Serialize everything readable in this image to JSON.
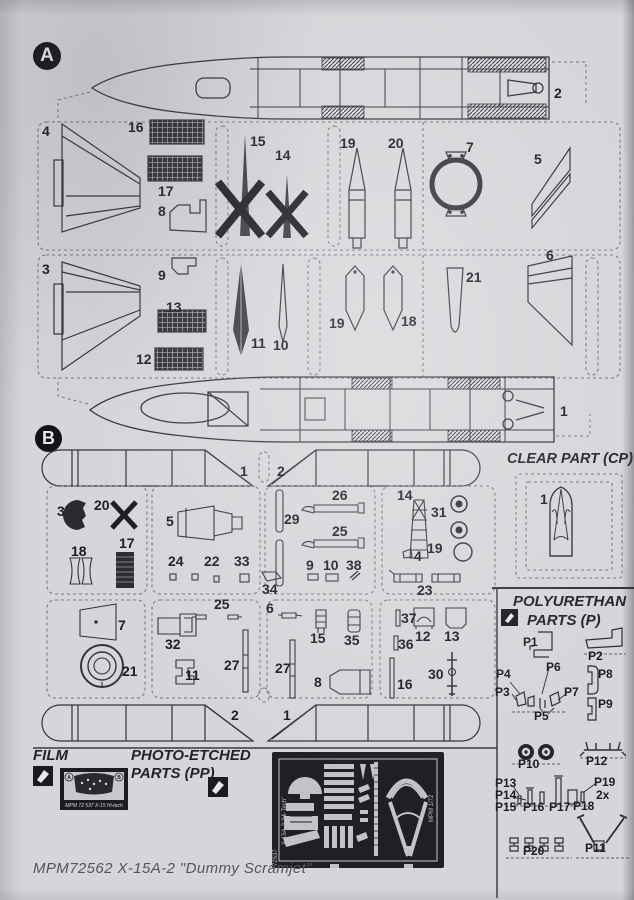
{
  "sheet": {
    "caption": "MPM72562  X-15A-2 \"Dummy Scramjet\""
  },
  "sprue_a": {
    "marker": "A",
    "part_labels": [
      "2",
      "4",
      "16",
      "17",
      "8",
      "15",
      "14",
      "19",
      "20",
      "7",
      "5",
      "3",
      "9",
      "13",
      "12",
      "11",
      "10",
      "19",
      "18",
      "21",
      "6",
      "1"
    ]
  },
  "sprue_b": {
    "marker": "B",
    "part_labels": [
      "1",
      "2",
      "3",
      "20",
      "18",
      "17",
      "5",
      "24",
      "22",
      "33",
      "29",
      "26",
      "25",
      "9",
      "10",
      "38",
      "34",
      "14",
      "31",
      "19",
      "4",
      "23",
      "7",
      "21",
      "32",
      "25",
      "27",
      "11",
      "6",
      "15",
      "35",
      "27",
      "8",
      "37",
      "36",
      "12",
      "13",
      "16",
      "30",
      "2",
      "1"
    ]
  },
  "clear_part": {
    "title": "CLEAR PART (CP)",
    "part_label": "1"
  },
  "polyurethane": {
    "title_line1": "POLYURETHAN",
    "title_line2": "PARTS (P)",
    "part_labels": [
      "P1",
      "P2",
      "P4",
      "P6",
      "P3",
      "P7",
      "P5",
      "P8",
      "P9",
      "P10",
      "P12",
      "P13",
      "P14",
      "P15",
      "P16",
      "P17",
      "P18",
      "P19",
      "2x",
      "P20",
      "P11"
    ]
  },
  "film": {
    "title": "FILM",
    "panel_a": "A",
    "panel_b": "B",
    "strip_caption": "MPM 72 537  X-15 Hi-tech"
  },
  "photo_etched": {
    "title_line1": "PHOTO-ETCHED",
    "title_line2": "PARTS (PP)",
    "fret_left_text": "X-15A-2 \"Hi-Tech\"",
    "fret_code": "72537",
    "fret_right_text": "MPM 1/72"
  }
}
